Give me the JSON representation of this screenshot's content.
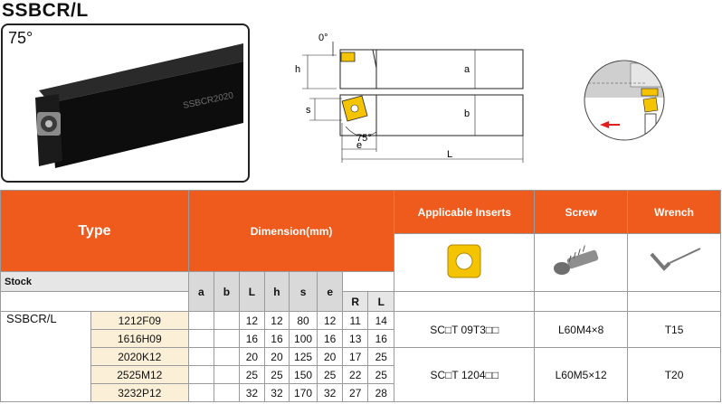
{
  "title": "SSBCR/L",
  "photo": {
    "angle": "75°",
    "engraving": "SSBCR2020"
  },
  "diagram": {
    "labels": {
      "angle0": "0°",
      "h": "h",
      "a": "a",
      "s": "s",
      "b": "b",
      "angle75": "75°",
      "e": "e",
      "L": "L"
    }
  },
  "table": {
    "header": {
      "type": "Type",
      "dimension": "Dimension(mm)",
      "inserts": "Applicable Inserts",
      "screw": "Screw",
      "wrench": "Wrench",
      "stock": "Stock",
      "R": "R",
      "L_col": "L",
      "cols": [
        "a",
        "b",
        "L",
        "h",
        "s",
        "e"
      ]
    },
    "type_name": "SSBCR/L",
    "rows": [
      {
        "model": "1212F09",
        "values": [
          "12",
          "12",
          "80",
          "12",
          "11",
          "14"
        ]
      },
      {
        "model": "1616H09",
        "values": [
          "16",
          "16",
          "100",
          "16",
          "13",
          "16"
        ]
      },
      {
        "model": "2020K12",
        "values": [
          "20",
          "20",
          "125",
          "20",
          "17",
          "25"
        ]
      },
      {
        "model": "2525M12",
        "values": [
          "25",
          "25",
          "150",
          "25",
          "22",
          "25"
        ]
      },
      {
        "model": "3232P12",
        "values": [
          "32",
          "32",
          "170",
          "32",
          "27",
          "28"
        ]
      }
    ],
    "groups": [
      {
        "insert": "SC□T  09T3□□",
        "screw": "L60M4×8",
        "wrench": "T15"
      },
      {
        "insert": "SC□T  1204□□",
        "screw": "L60M5×12",
        "wrench": "T20"
      }
    ]
  },
  "colors": {
    "header_orange": "#ef5a1d",
    "insert_yellow": "#f5c400",
    "model_bg": "#fbefd7"
  }
}
